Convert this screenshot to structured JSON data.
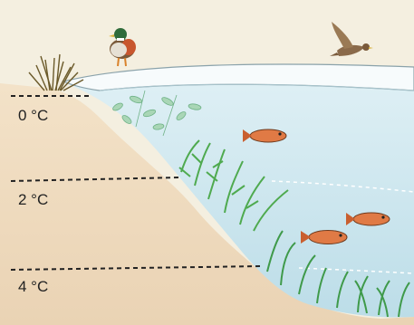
{
  "diagram": {
    "depth_levels": [
      {
        "label": "0 °C"
      },
      {
        "label": "2 °C"
      },
      {
        "label": "4 °C"
      }
    ],
    "objects": [
      {
        "name": "duck-standing-on-ice"
      },
      {
        "name": "duck-flying"
      },
      {
        "name": "reeds-on-shore"
      },
      {
        "name": "ice-layer"
      },
      {
        "name": "fish",
        "count": 3
      },
      {
        "name": "water-plants"
      }
    ],
    "colors": {
      "background": "#f3ecd8",
      "ground": "#efdcc0",
      "water": "#cfe6ee",
      "ice": "#f7fbfc",
      "plants": "#5bb35b",
      "fish": "#e07a45"
    }
  }
}
